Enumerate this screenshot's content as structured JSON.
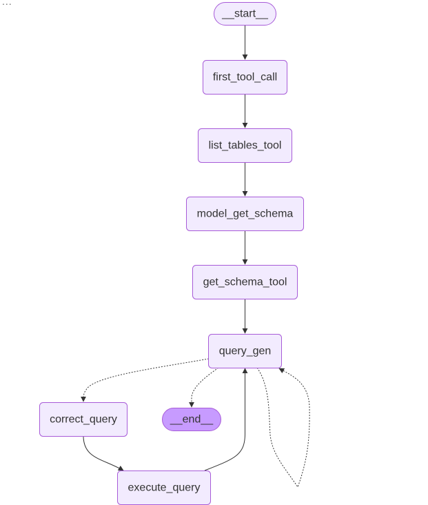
{
  "toolbar": {
    "more_label": "..."
  },
  "diagram": {
    "type": "flowchart",
    "colors": {
      "node_fill": "#f2ebfe",
      "node_border": "#a75ad8",
      "end_fill": "#c79bff",
      "edge": "#333333",
      "text": "#333333"
    },
    "nodes": [
      {
        "id": "start",
        "label": "__start__",
        "shape": "terminal"
      },
      {
        "id": "first_tool_call",
        "label": "first_tool_call",
        "shape": "rect"
      },
      {
        "id": "list_tables_tool",
        "label": "list_tables_tool",
        "shape": "rect"
      },
      {
        "id": "model_get_schema",
        "label": "model_get_schema",
        "shape": "rect"
      },
      {
        "id": "get_schema_tool",
        "label": "get_schema_tool",
        "shape": "rect"
      },
      {
        "id": "query_gen",
        "label": "query_gen",
        "shape": "rect"
      },
      {
        "id": "correct_query",
        "label": "correct_query",
        "shape": "rect"
      },
      {
        "id": "end",
        "label": "__end__",
        "shape": "terminal-filled"
      },
      {
        "id": "execute_query",
        "label": "execute_query",
        "shape": "rect"
      }
    ],
    "edges": [
      {
        "from": "start",
        "to": "first_tool_call",
        "style": "solid"
      },
      {
        "from": "first_tool_call",
        "to": "list_tables_tool",
        "style": "solid"
      },
      {
        "from": "list_tables_tool",
        "to": "model_get_schema",
        "style": "solid"
      },
      {
        "from": "model_get_schema",
        "to": "get_schema_tool",
        "style": "solid"
      },
      {
        "from": "get_schema_tool",
        "to": "query_gen",
        "style": "solid"
      },
      {
        "from": "query_gen",
        "to": "correct_query",
        "style": "dotted"
      },
      {
        "from": "query_gen",
        "to": "end",
        "style": "dotted"
      },
      {
        "from": "query_gen",
        "to": "query_gen",
        "style": "dotted"
      },
      {
        "from": "correct_query",
        "to": "execute_query",
        "style": "solid"
      },
      {
        "from": "execute_query",
        "to": "query_gen",
        "style": "solid"
      }
    ]
  }
}
